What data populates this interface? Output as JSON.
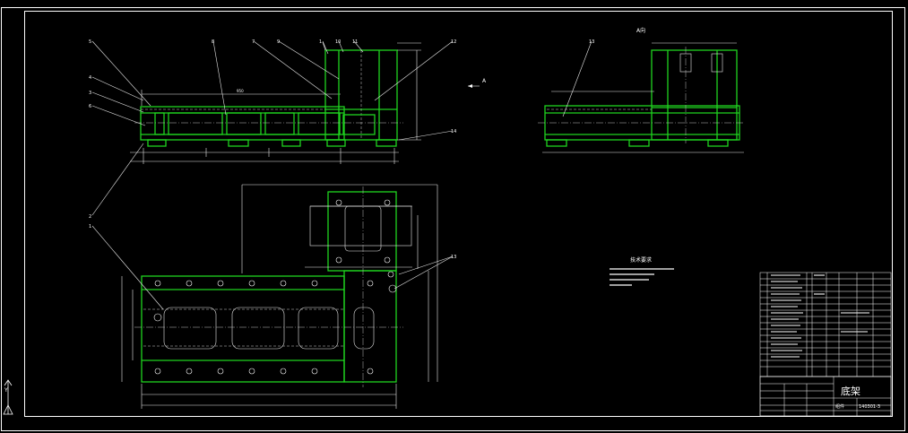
{
  "drawing": {
    "section_label": "A向",
    "view_arrow_label": "A",
    "requirements_title": "技术要求",
    "title": "底架",
    "drawing_number": "140301-3",
    "material": "组件"
  },
  "colors": {
    "background": "#000000",
    "frame": "#ffffff",
    "outline": "#1fd31f"
  }
}
